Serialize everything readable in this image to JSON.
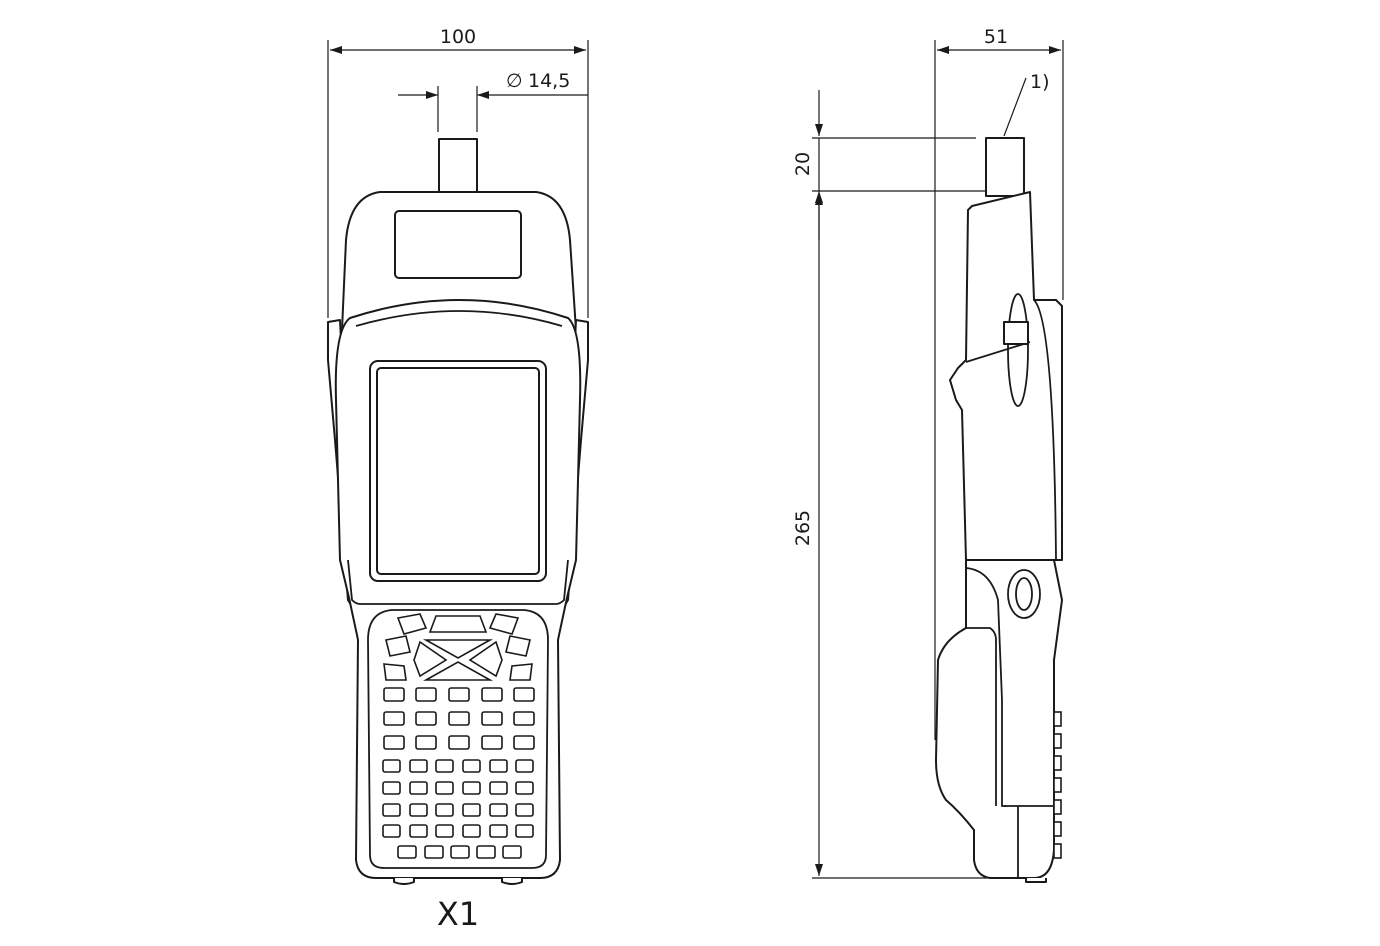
{
  "dimensions": {
    "overall_width": "100",
    "connector_diameter_symbol": "∅",
    "connector_diameter": "14,5",
    "depth": "51",
    "connector_height": "20",
    "body_height": "265",
    "note_marker": "1)"
  },
  "view_label": "X1",
  "colors": {
    "line": "#1a1a1a",
    "background": "#ffffff"
  }
}
